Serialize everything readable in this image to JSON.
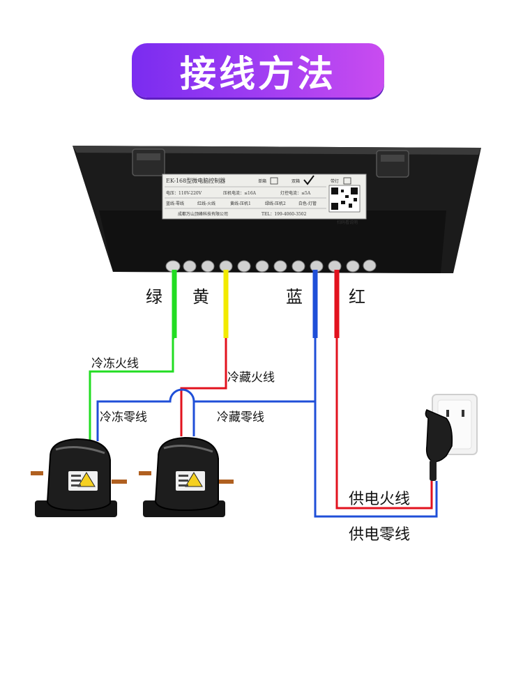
{
  "title": "接线方法",
  "controller": {
    "model": "EK-168型微电脑控制器",
    "opt_single": "单箱",
    "opt_double": "双箱",
    "opt_lamp": "带灯",
    "voltage": "电压：110V-220V",
    "comp_current": "压机电流：≤16A",
    "lamp_current": "灯控电流：≤5A",
    "wire_blue": "蓝线-零线",
    "wire_red": "红线-火线",
    "wire_yellow": "黄线-压机1",
    "wire_green": "绿线-压机2",
    "wire_white": "白色-灯管",
    "company": "成都万山顶峰科技有限公司",
    "tel": "TEL：199-4060-3502",
    "scan": "扫码看说明"
  },
  "wire_colors": {
    "green_label": "绿",
    "yellow_label": "黄",
    "blue_label": "蓝",
    "red_label": "红"
  },
  "wire_labels": {
    "freeze_live": "冷冻火线",
    "fridge_live": "冷藏火线",
    "freeze_neutral": "冷冻零线",
    "fridge_neutral": "冷藏零线",
    "supply_live": "供电火线",
    "supply_neutral": "供电零线"
  },
  "colors": {
    "green": "#22dd22",
    "yellow": "#f2ea00",
    "blue": "#1f4fd8",
    "red": "#e2121e"
  }
}
